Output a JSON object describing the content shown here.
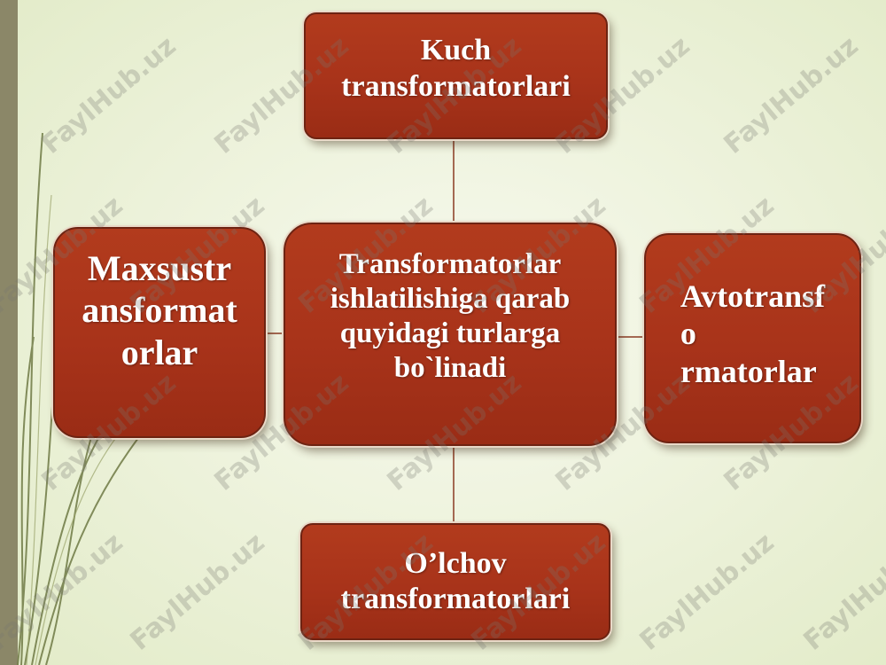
{
  "diagram": {
    "top_node": "Kuch\ntransformatorlari",
    "center_node": "Transformatorlar\nishlatilishiga qarab\nquyidagi turlarga\nbo`linadi",
    "left_node": "Maxsustr\nansformat\norlar",
    "right_node": "Avtotransf\n   o\n   rmatorlar",
    "bottom_node": "O’lchov\ntransformatorlari"
  },
  "watermark": {
    "text": "FaylHub.uz"
  },
  "colors": {
    "node_fill": "#a8331a",
    "node_border": "#6e2312",
    "connector": "#8a3a22",
    "background": "#eef3dd",
    "sidebar": "#8b8768"
  }
}
